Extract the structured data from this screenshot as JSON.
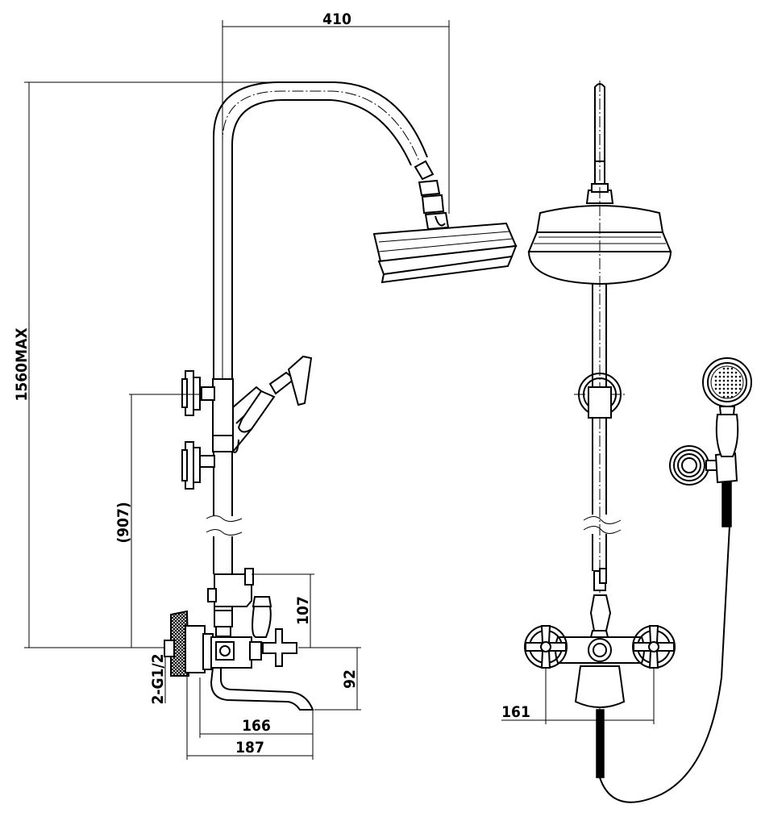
{
  "dimensions": {
    "head_reach": "410",
    "max_height": "1560MAX",
    "mount_height": "(907)",
    "valve_to_mixer": "107",
    "spout_drop": "92",
    "inlet_thread": "2-G1/2",
    "spout_length": "166",
    "overall_depth": "187",
    "inlet_centers": "161"
  }
}
